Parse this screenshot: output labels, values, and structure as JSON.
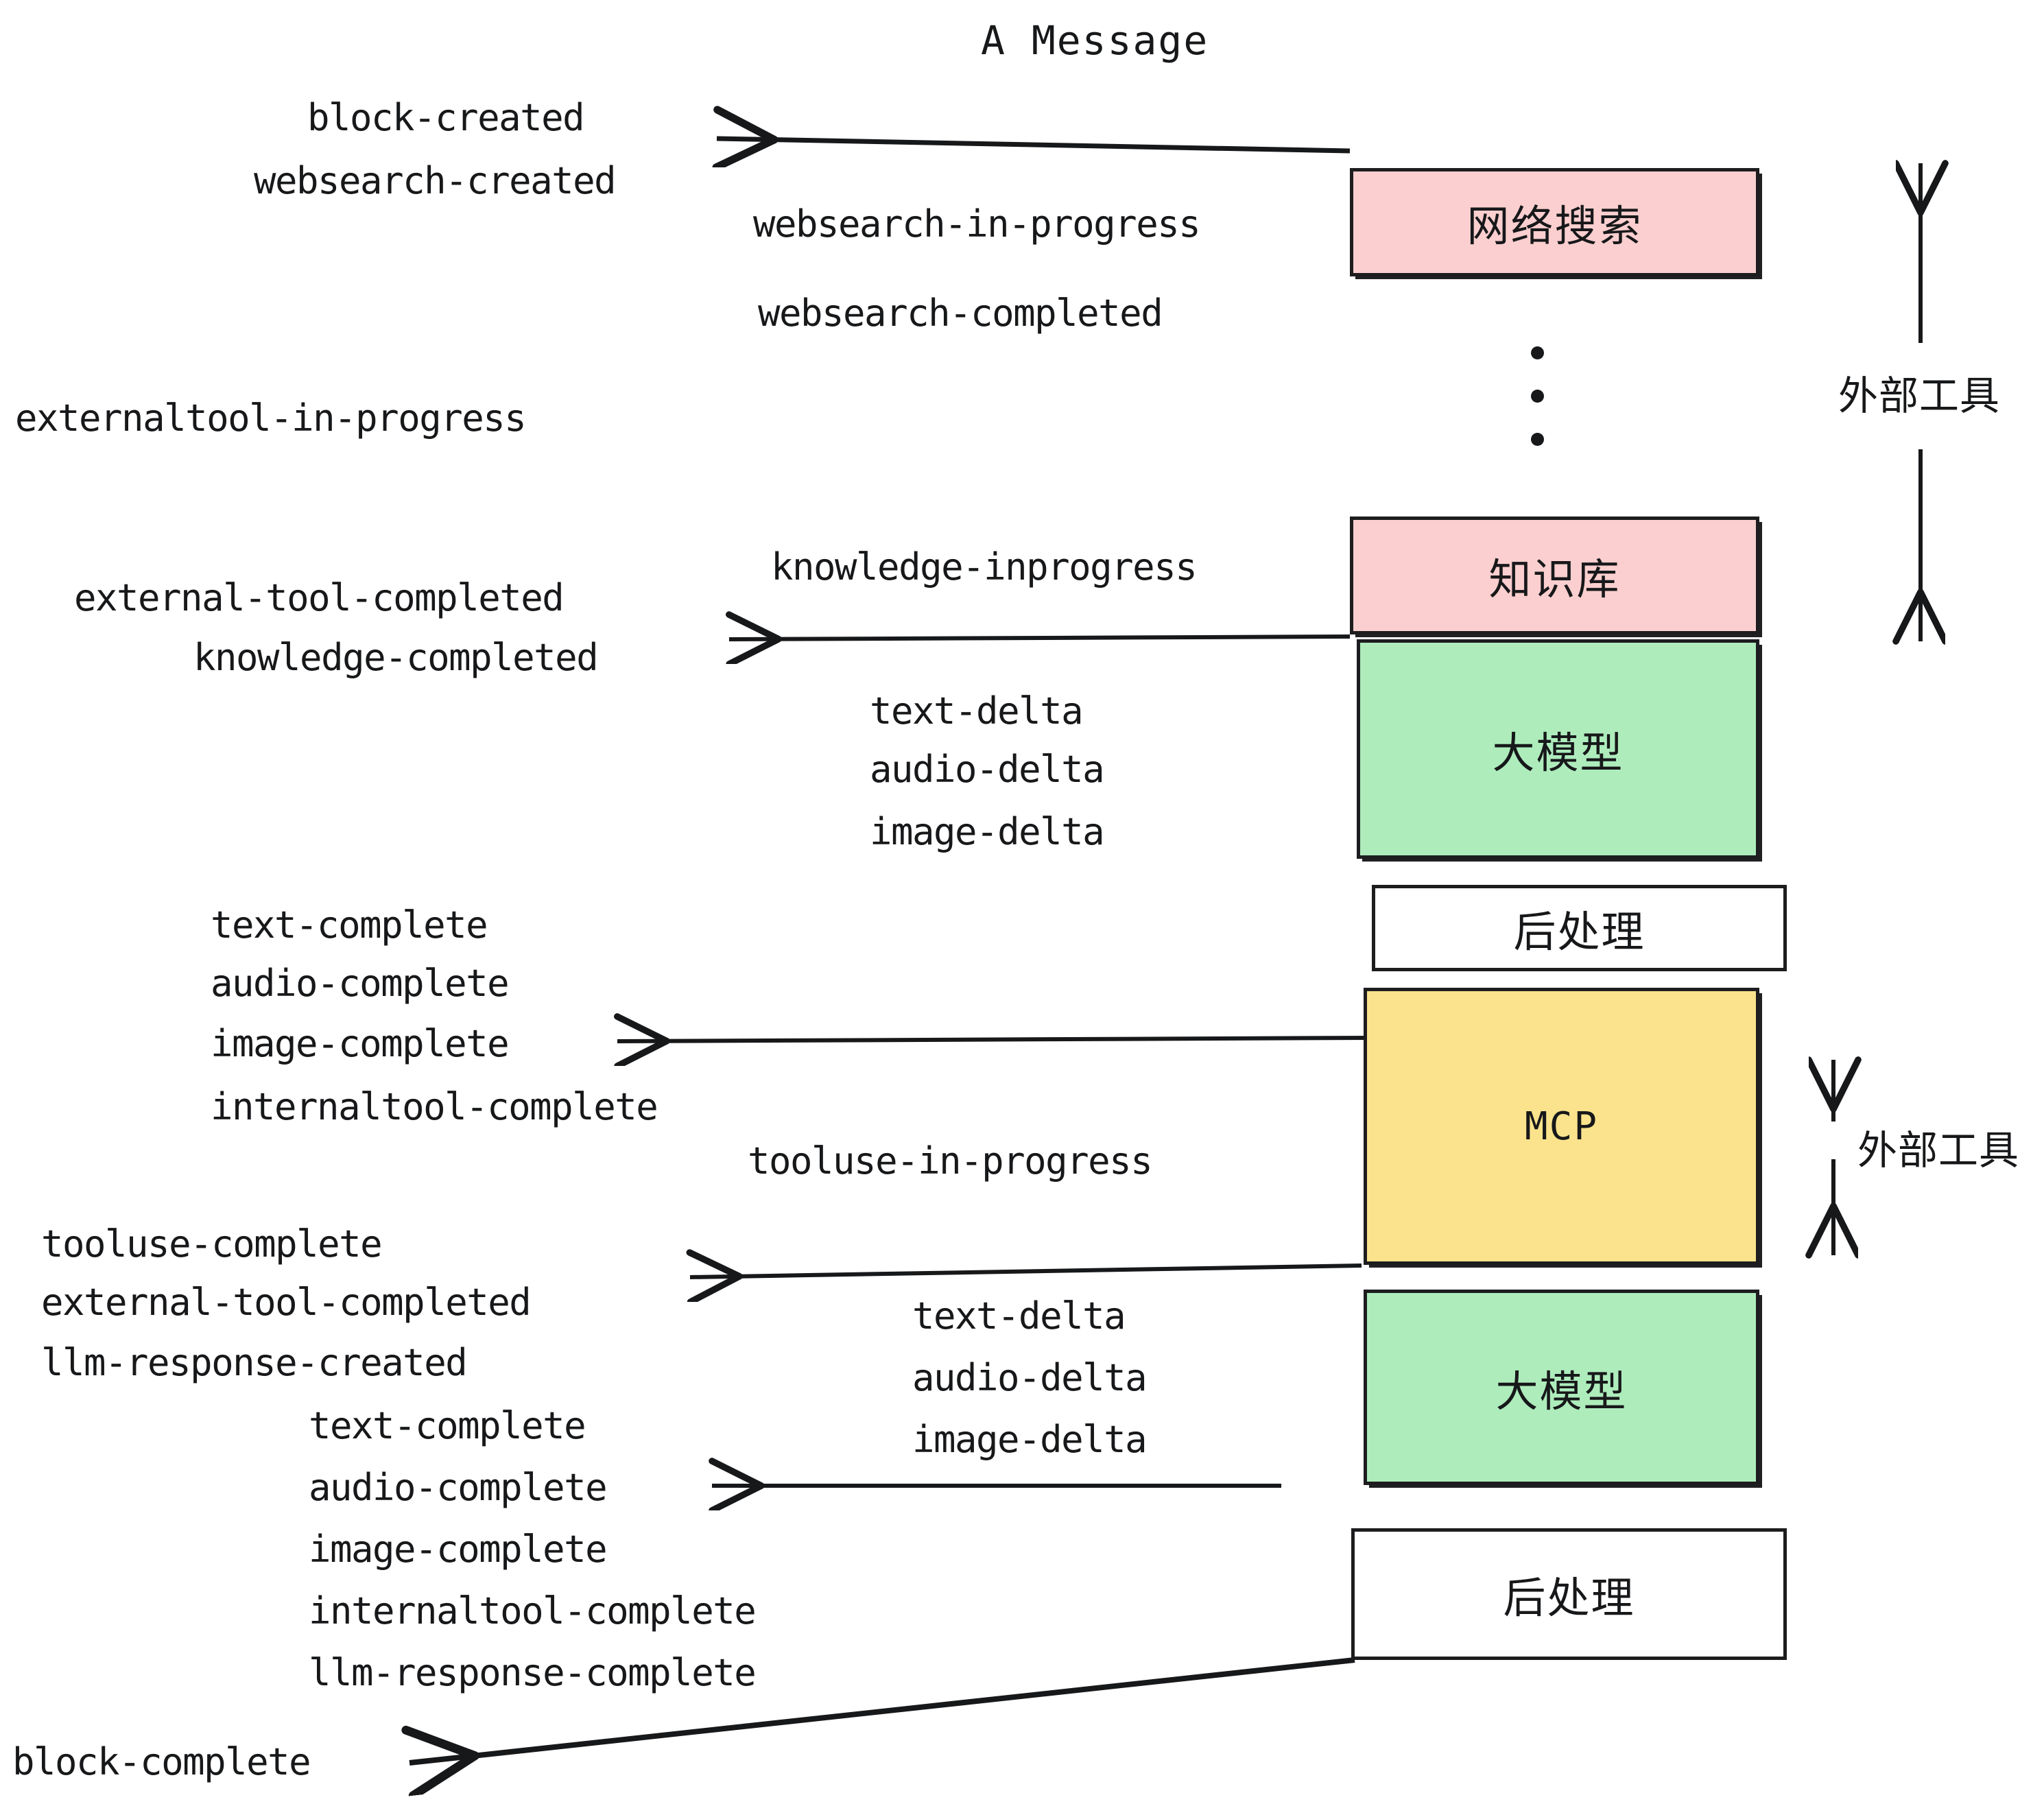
{
  "title": "A Message",
  "events": {
    "block_created": "block-created",
    "websearch_created": "websearch-created",
    "websearch_in_progress": "websearch-in-progress",
    "websearch_completed": "websearch-completed",
    "externaltool_in_progress": "externaltool-in-progress",
    "knowledge_inprogress": "knowledge-inprogress",
    "external_tool_completed_1": "external-tool-completed",
    "knowledge_completed": "knowledge-completed",
    "text_delta_1": "text-delta",
    "audio_delta_1": "audio-delta",
    "image_delta_1": "image-delta",
    "text_complete_1": "text-complete",
    "audio_complete_1": "audio-complete",
    "image_complete_1": "image-complete",
    "internaltool_complete_1": "internaltool-complete",
    "tooluse_in_progress": "tooluse-in-progress",
    "tooluse_complete": "tooluse-complete",
    "external_tool_completed_2": "external-tool-completed",
    "llm_response_created": "llm-response-created",
    "text_delta_2": "text-delta",
    "audio_delta_2": "audio-delta",
    "image_delta_2": "image-delta",
    "text_complete_2": "text-complete",
    "audio_complete_2": "audio-complete",
    "image_complete_2": "image-complete",
    "internaltool_complete_2": "internaltool-complete",
    "llm_response_complete": "llm-response-complete",
    "block_complete": "block-complete"
  },
  "nodes": {
    "websearch": "网络搜索",
    "knowledge": "知识库",
    "llm_1": "大模型",
    "postprocess_1": "后处理",
    "mcp": "MCP",
    "llm_2": "大模型",
    "postprocess_2": "后处理"
  },
  "annotations": {
    "external_tool_top": "外部工具",
    "external_tool_bottom": "外部工具"
  },
  "colors": {
    "pink": "#FBCFCF",
    "green": "#AEECBC",
    "yellow": "#FAE38C",
    "white": "#FFFFFF",
    "stroke": "#1d1d1f",
    "text": "#17181a",
    "background": "#FFFFFF"
  }
}
